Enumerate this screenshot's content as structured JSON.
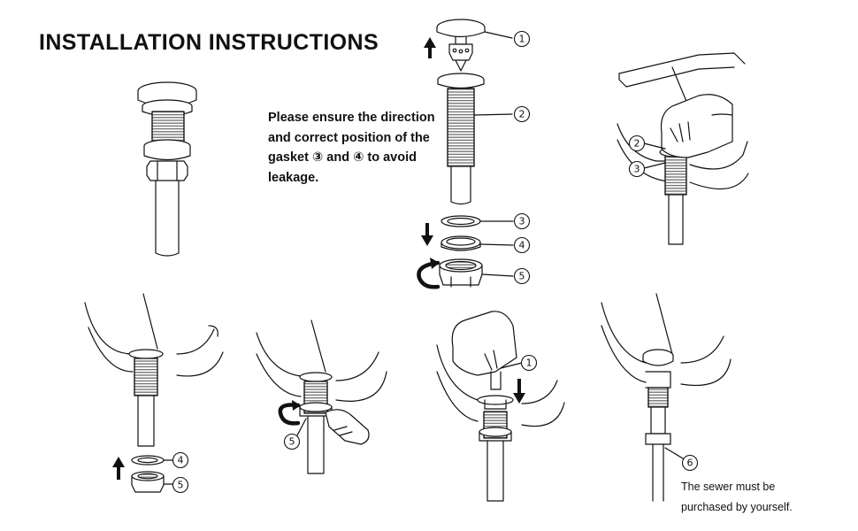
{
  "title": "INSTALLATION INSTRUCTIONS",
  "note": {
    "line1": "Please ensure the direction",
    "line2": "and correct position of the",
    "line3": "gasket ③ and ④ to avoid",
    "line4": "leakage."
  },
  "sewer": {
    "line1": "The sewer must be",
    "line2": "purchased by yourself."
  },
  "callouts": {
    "c1": "1",
    "c2": "2",
    "c3": "3",
    "c4": "4",
    "c5": "5",
    "c6": "6"
  },
  "colors": {
    "ink": "#111111",
    "thread": "#777777",
    "paper": "#ffffff"
  }
}
